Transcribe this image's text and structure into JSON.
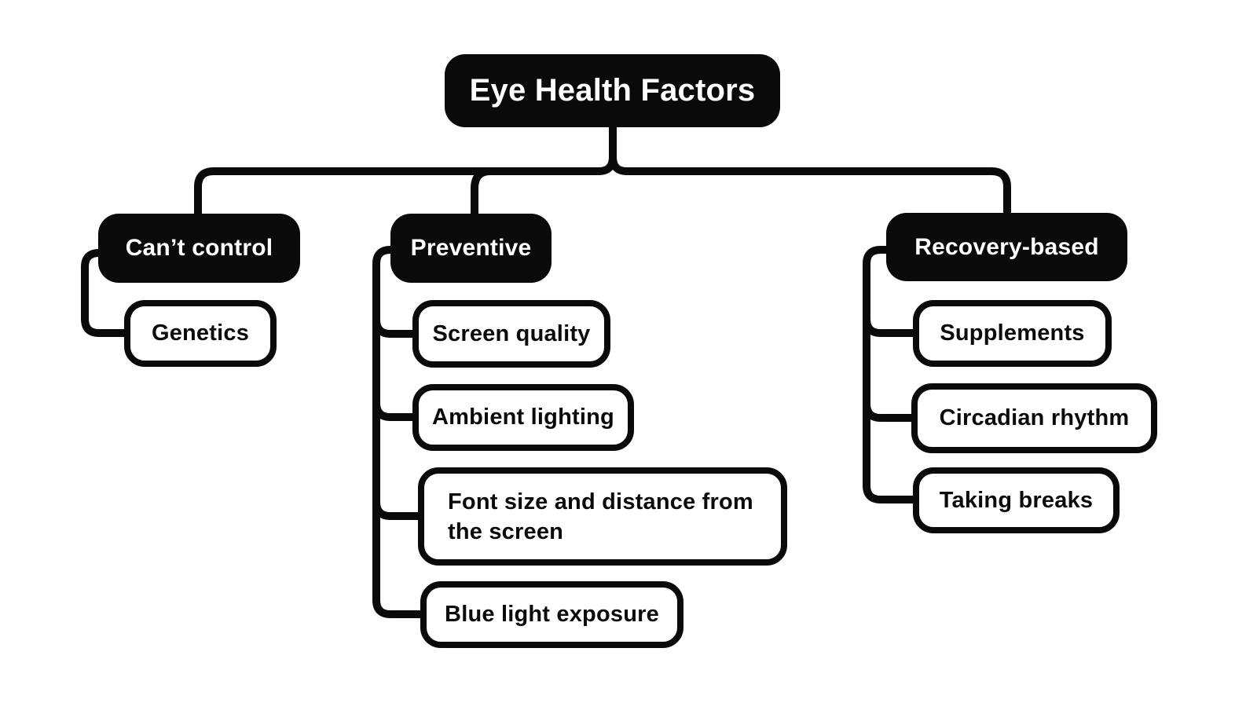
{
  "diagram": {
    "type": "mindmap",
    "background_color": "#ffffff",
    "node_dark_fill": "#0a0a0a",
    "node_dark_text_color": "#ffffff",
    "node_light_fill": "#ffffff",
    "node_light_text_color": "#0a0a0a",
    "connector_color": "#0a0a0a",
    "root": {
      "label": "Eye Health Factors"
    },
    "branches": [
      {
        "label": "Can’t control",
        "children": [
          {
            "label": "Genetics"
          }
        ]
      },
      {
        "label": "Preventive",
        "children": [
          {
            "label": "Screen quality"
          },
          {
            "label": "Ambient lighting"
          },
          {
            "label": "Font size and distance from the screen"
          },
          {
            "label": "Blue light exposure"
          }
        ]
      },
      {
        "label": "Recovery-based",
        "children": [
          {
            "label": "Supplements"
          },
          {
            "label": "Circadian rhythm"
          },
          {
            "label": "Taking breaks"
          }
        ]
      }
    ]
  }
}
